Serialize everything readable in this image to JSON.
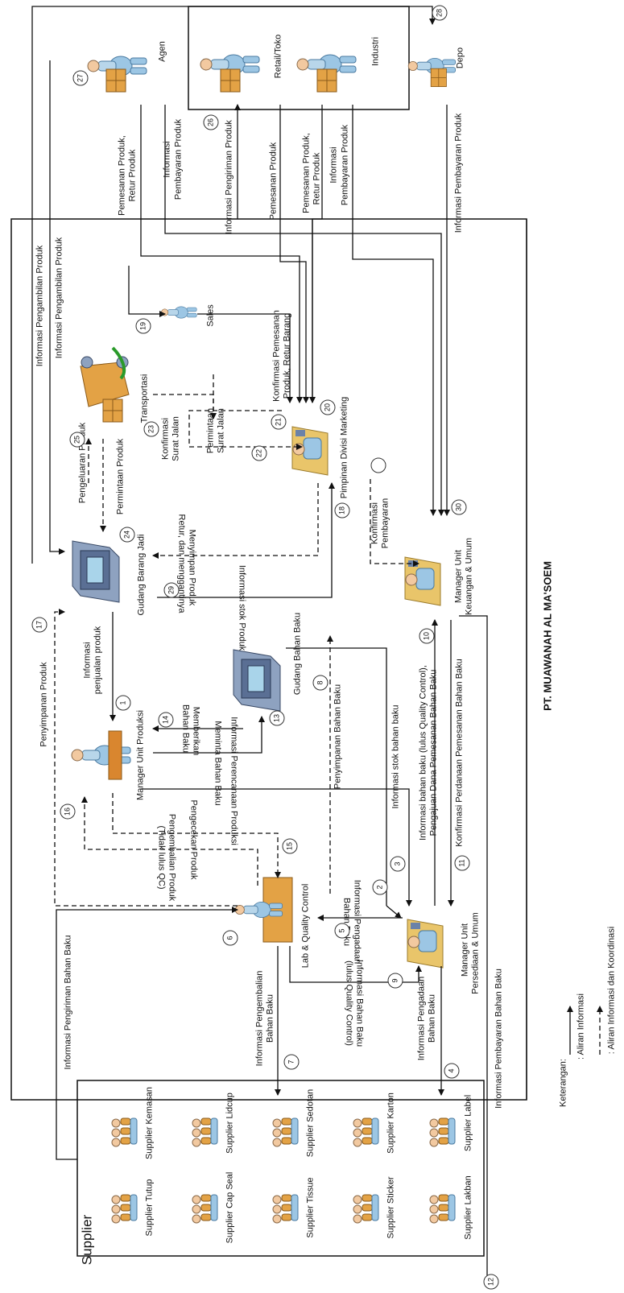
{
  "company_title": "PT. MUAWANAH AL MA'SOEM",
  "supplier_section": {
    "title": "Supplier",
    "items": [
      "Supplier Tutup",
      "Supplier Kemasan",
      "Supplier Cap Seal",
      "Supplier Lidcup",
      "Supplier Tissue",
      "Supplier Sedotan",
      "Supplier Sticker",
      "Supplier Karton",
      "Supplier Lakban",
      "Supplier Label"
    ]
  },
  "actors": {
    "agen": "Agen",
    "retail": "Retail/Toko",
    "industri": "Industri",
    "depo": "Depo",
    "sales": "Sales",
    "transportasi": "Transportasi",
    "marketing": "Pimpinan Divisi Marketing",
    "gudang_jadi": "Gudang Barang Jadi",
    "gudang_baku": "Gudang Bahan Baku",
    "mgr_produksi": "Manager Unit Produksi",
    "mgr_keuangan_l1": "Manager Unit",
    "mgr_keuangan_l2": "Keuangan & Umum",
    "mgr_persediaan_l1": "Manager Unit",
    "mgr_persediaan_l2": "Persediaan & Umum",
    "lab_qc": "Lab & Quality Control"
  },
  "flow_labels": {
    "f_pemesanan_retur_agen_1": "Pemesanan Produk,",
    "f_pemesanan_retur_agen_2": "Retur Produk",
    "f_pembayaran_agen_1": "Informasi",
    "f_pembayaran_agen_2": "Pembayaran Produk",
    "f_pengiriman_produk": "Informasi Pengiriman Produk",
    "f_pemesanan_retail": "Pemesanan Produk",
    "f_pemesanan_retur_industri_1": "Pemesanan Produk,",
    "f_pemesanan_retur_industri_2": "Retur Produk",
    "f_pembayaran_industri_1": "Informasi",
    "f_pembayaran_industri_2": "Pembayaran Produk",
    "f_pembayaran_depo": "Informasi Pembayaran Produk",
    "f_pengambilan_1": "Informasi Pengambilan Produk",
    "f_pengambilan_2": "Informasi Pengambilan Produk",
    "f_konfirmasi_pemesanan_1": "Konfirmasi Pemesanan",
    "f_konfirmasi_pemesanan_2": "Produk, Retur Barang",
    "f_pengeluaran_produk": "Pengeluaran Produk",
    "f_permintaan_produk": "Permintaan Produk",
    "f_konfirmasi_surat_1": "Konfirmasi",
    "f_konfirmasi_surat_2": "Surat Jalan",
    "f_permintaan_surat_1": "Permintaan",
    "f_permintaan_surat_2": "Surat Jalan",
    "f_konfirmasi_pembayaran_1": "Konfirmasi",
    "f_konfirmasi_pembayaran_2": "Pembayaran",
    "f_menyimpan_produk_1": "Menyimpan Produk",
    "f_menyimpan_produk_2": "Retur, dan menggantinya",
    "f_stok_produk": "Informasi stok Produk",
    "f_penjualan_1": "Informasi",
    "f_penjualan_2": "penjualan produk",
    "f_penyimpanan_produk": "Penyimpanan Produk",
    "f_memberikan_1": "Memberikan",
    "f_memberikan_2": "Bahan Baku",
    "f_meminta": "Meminta Bahan Baku",
    "f_perencanaan": "Informasi Perencanaan Produksi",
    "f_pengecekan": "Pengecekan Produk",
    "f_pengembalian_produk_1": "Pengembalian Produk",
    "f_pengembalian_produk_2": "(Tidak lulus QC)",
    "f_penyimpanan_baku": "Penyimpanan Bahan Baku",
    "f_stok_baku": "Informasi stok bahan baku",
    "f_info_baku_lulus_1": "Informasi bahan baku (lulus Quality Control),",
    "f_info_baku_lulus_2": "Pengajuan Dana Pemesanan Bahan Baku",
    "f_konfirmasi_dana": "Konfirmasi Perdanaan Pemesanan Bahan Baku",
    "f_pembayaran_baku": "Informasi Pembayaran Bahan Baku",
    "f_pengiriman_baku": "Informasi Pengiriman Bahan Baku",
    "f_pengembalian_baku_1": "Informasi Pengembalian",
    "f_pengembalian_baku_2": "Bahan Baku",
    "f_pengadaan_baku_1": "Informasi Pengadaan",
    "f_pengadaan_baku_2": "Bahan Baku",
    "f_info_pengadaan_1": "Informasi Pengadaan",
    "f_info_pengadaan_2": "Bahan Baku",
    "f_info_bahan_lulus_1": "Informasi Bahan Baku",
    "f_info_bahan_lulus_2": "(lulus Quality Control)"
  },
  "legend": {
    "title": "Keterangan:",
    "solid": ": Aliran Informasi",
    "dashed": ": Aliran Informasi dan Koordinasi"
  },
  "numbers": [
    "1",
    "2",
    "3",
    "4",
    "5",
    "6",
    "7",
    "8",
    "9",
    "10",
    "11",
    "12",
    "13",
    "14",
    "15",
    "16",
    "17",
    "18",
    "19",
    "20",
    "21",
    "22",
    "23",
    "24",
    "25",
    "26",
    "27",
    "28",
    "29",
    "30"
  ],
  "colors": {
    "line": "#111111",
    "box": "#111111",
    "person_skin": "#9cc6e4",
    "box_orange": "#e3a245",
    "desk_orange": "#d9862f",
    "machine_blue": "#6b82a8"
  }
}
